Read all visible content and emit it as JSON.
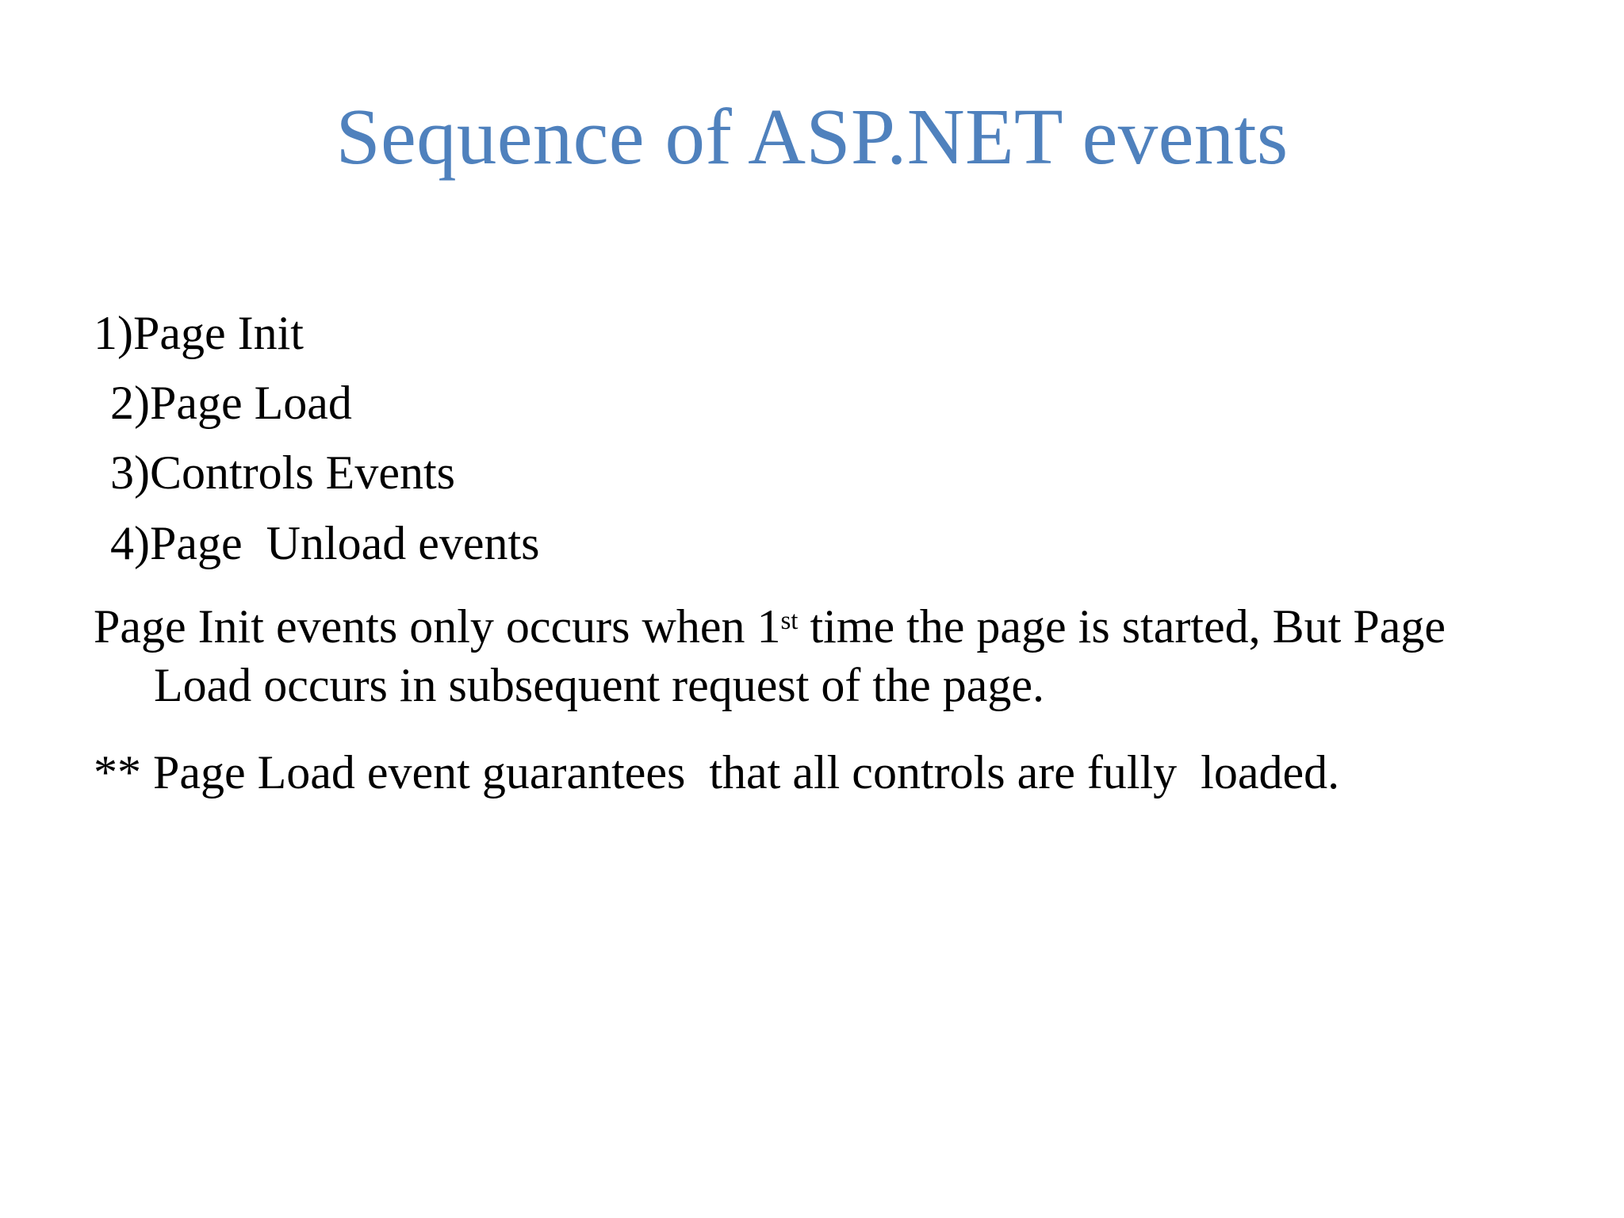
{
  "slide": {
    "background_color": "#ffffff",
    "title": {
      "text": "Sequence of ASP.NET events",
      "color": "#4F81BD"
    },
    "body": {
      "text_color": "#000000",
      "numbered_items": [
        {
          "label": "1)Page Init"
        },
        {
          "label": "2)Page Load"
        },
        {
          "label": "3)Controls Events"
        },
        {
          "label": "4)Page  Unload events"
        }
      ],
      "paragraphs": [
        {
          "lead": "Page Init events only occurs when 1",
          "ordinal": "st",
          "tail": " time the page is started, But Page Load occurs in subsequent request of the page."
        },
        {
          "text": "** Page Load event guarantees  that all controls are fully  loaded."
        }
      ]
    }
  }
}
